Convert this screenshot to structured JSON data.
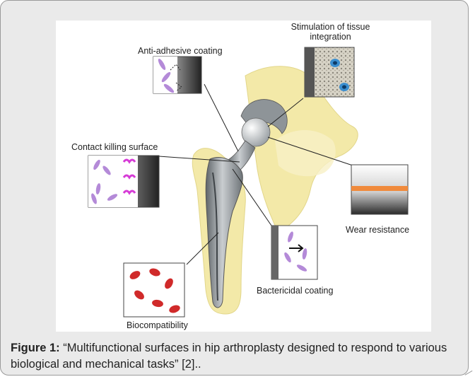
{
  "figure": {
    "labels": {
      "stimulation": "Stimulation of tissue integration",
      "stimulation_line1": "Stimulation of tissue",
      "stimulation_line2": "integration",
      "anti_adhesive": "Anti-adhesive coating",
      "contact_killing": "Contact killing surface",
      "wear_resistance": "Wear resistance",
      "bactericidal": "Bactericidal coating",
      "biocompatibility": "Biocompatibility"
    },
    "colors": {
      "bone": "#f3e9a8",
      "implant_metal": "#9aa0a4",
      "wear_stripe": "#f08a3c",
      "bacteria": "#b48ad8",
      "contact_spikes": "#d63bd6",
      "blood_cells": "#d02a2a",
      "tissue_cell": "#3a8ed0"
    }
  },
  "caption": {
    "label": "Figure 1:",
    "text": " “Multifunctional surfaces in hip arthroplasty designed to respond to various biological and mechanical tasks” [2].."
  }
}
